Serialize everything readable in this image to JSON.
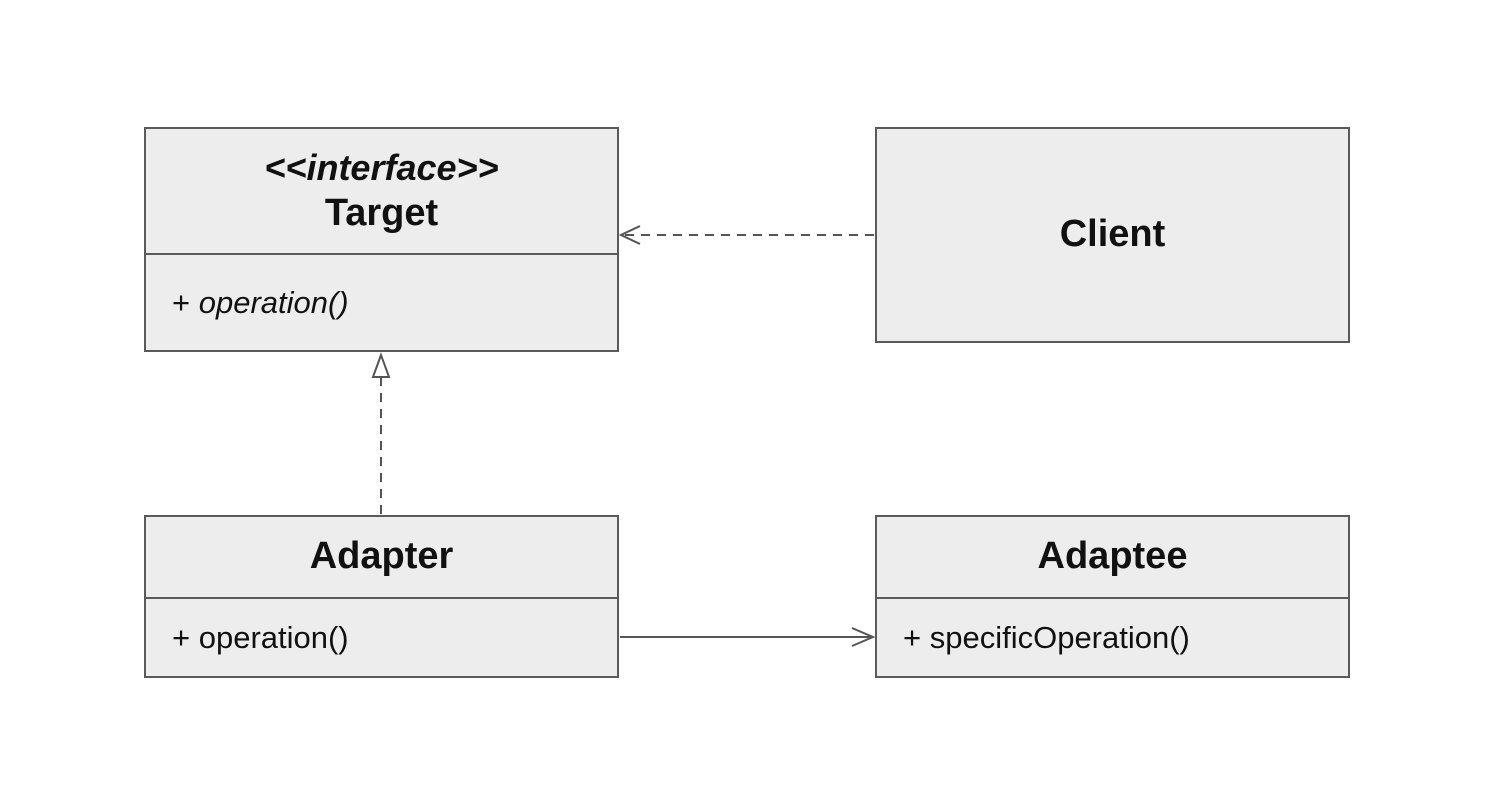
{
  "diagram": {
    "classes": {
      "target": {
        "stereotype_open": "<<",
        "stereotype_text": "interface",
        "stereotype_close": ">>",
        "name": "Target",
        "method_prefix": "+ ",
        "method": "operation()"
      },
      "client": {
        "name": "Client"
      },
      "adapter": {
        "name": "Adapter",
        "method": "+ operation()"
      },
      "adaptee": {
        "name": "Adaptee",
        "method": "+ specificOperation()"
      }
    },
    "relationships": [
      {
        "from": "Client",
        "to": "Target",
        "type": "dependency"
      },
      {
        "from": "Adapter",
        "to": "Target",
        "type": "realization"
      },
      {
        "from": "Adapter",
        "to": "Adaptee",
        "type": "association"
      }
    ],
    "colors": {
      "box_fill": "#ededed",
      "box_border": "#5a5a5a",
      "connector": "#555555",
      "text": "#111111"
    }
  }
}
